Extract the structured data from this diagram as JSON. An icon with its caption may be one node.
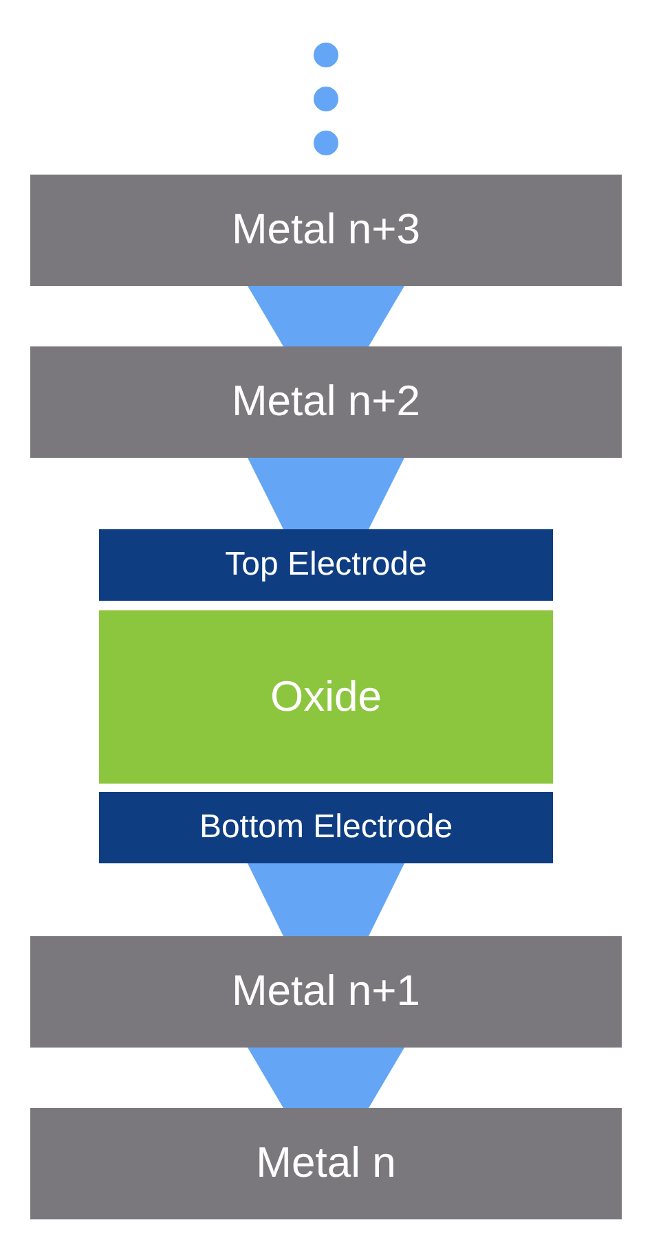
{
  "diagram": {
    "nodes": [
      {
        "text": [
          "Metal n+3"
        ]
      },
      {
        "text": [
          "Metal n+2"
        ]
      },
      {
        "text": [
          "Top Electrode"
        ]
      },
      {
        "text": [
          "Oxide"
        ]
      },
      {
        "text": [
          "Bottom Electrode"
        ]
      },
      {
        "text": [
          "Metal n+1"
        ]
      },
      {
        "text": [
          "Metal n"
        ]
      }
    ]
  }
}
